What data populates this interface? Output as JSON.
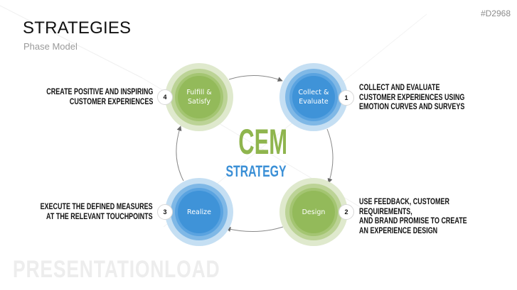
{
  "header": {
    "title": "STRATEGIES",
    "subtitle": "Phase Model",
    "code": "#D2968"
  },
  "watermark": "PRESENTATIONLOAD",
  "center": {
    "title": "CEM",
    "subtitle": "STRATEGY"
  },
  "colors": {
    "green": "#93ba5a",
    "blue": "#3f93d8",
    "title_green": "#8fb54e",
    "title_blue": "#3a8fd6"
  },
  "phases": [
    {
      "number": "1",
      "label": "Collect &\nEvaluate",
      "color": "blue",
      "description": "COLLECT AND EVALUATE\nCUSTOMER EXPERIENCES USING\nEMOTION CURVES AND SURVEYS"
    },
    {
      "number": "2",
      "label": "Design",
      "color": "green",
      "description": "USE FEEDBACK, CUSTOMER REQUIREMENTS,\nAND BRAND PROMISE TO CREATE\nAN EXPERIENCE DESIGN"
    },
    {
      "number": "3",
      "label": "Realize",
      "color": "blue",
      "description": "EXECUTE THE DEFINED MEASURES\nAT THE RELEVANT TOUCHPOINTS"
    },
    {
      "number": "4",
      "label": "Fulfill &\nSatisfy",
      "color": "green",
      "description": "CREATE POSITIVE AND  INSPIRING\nCUSTOMER EXPERIENCES"
    }
  ]
}
